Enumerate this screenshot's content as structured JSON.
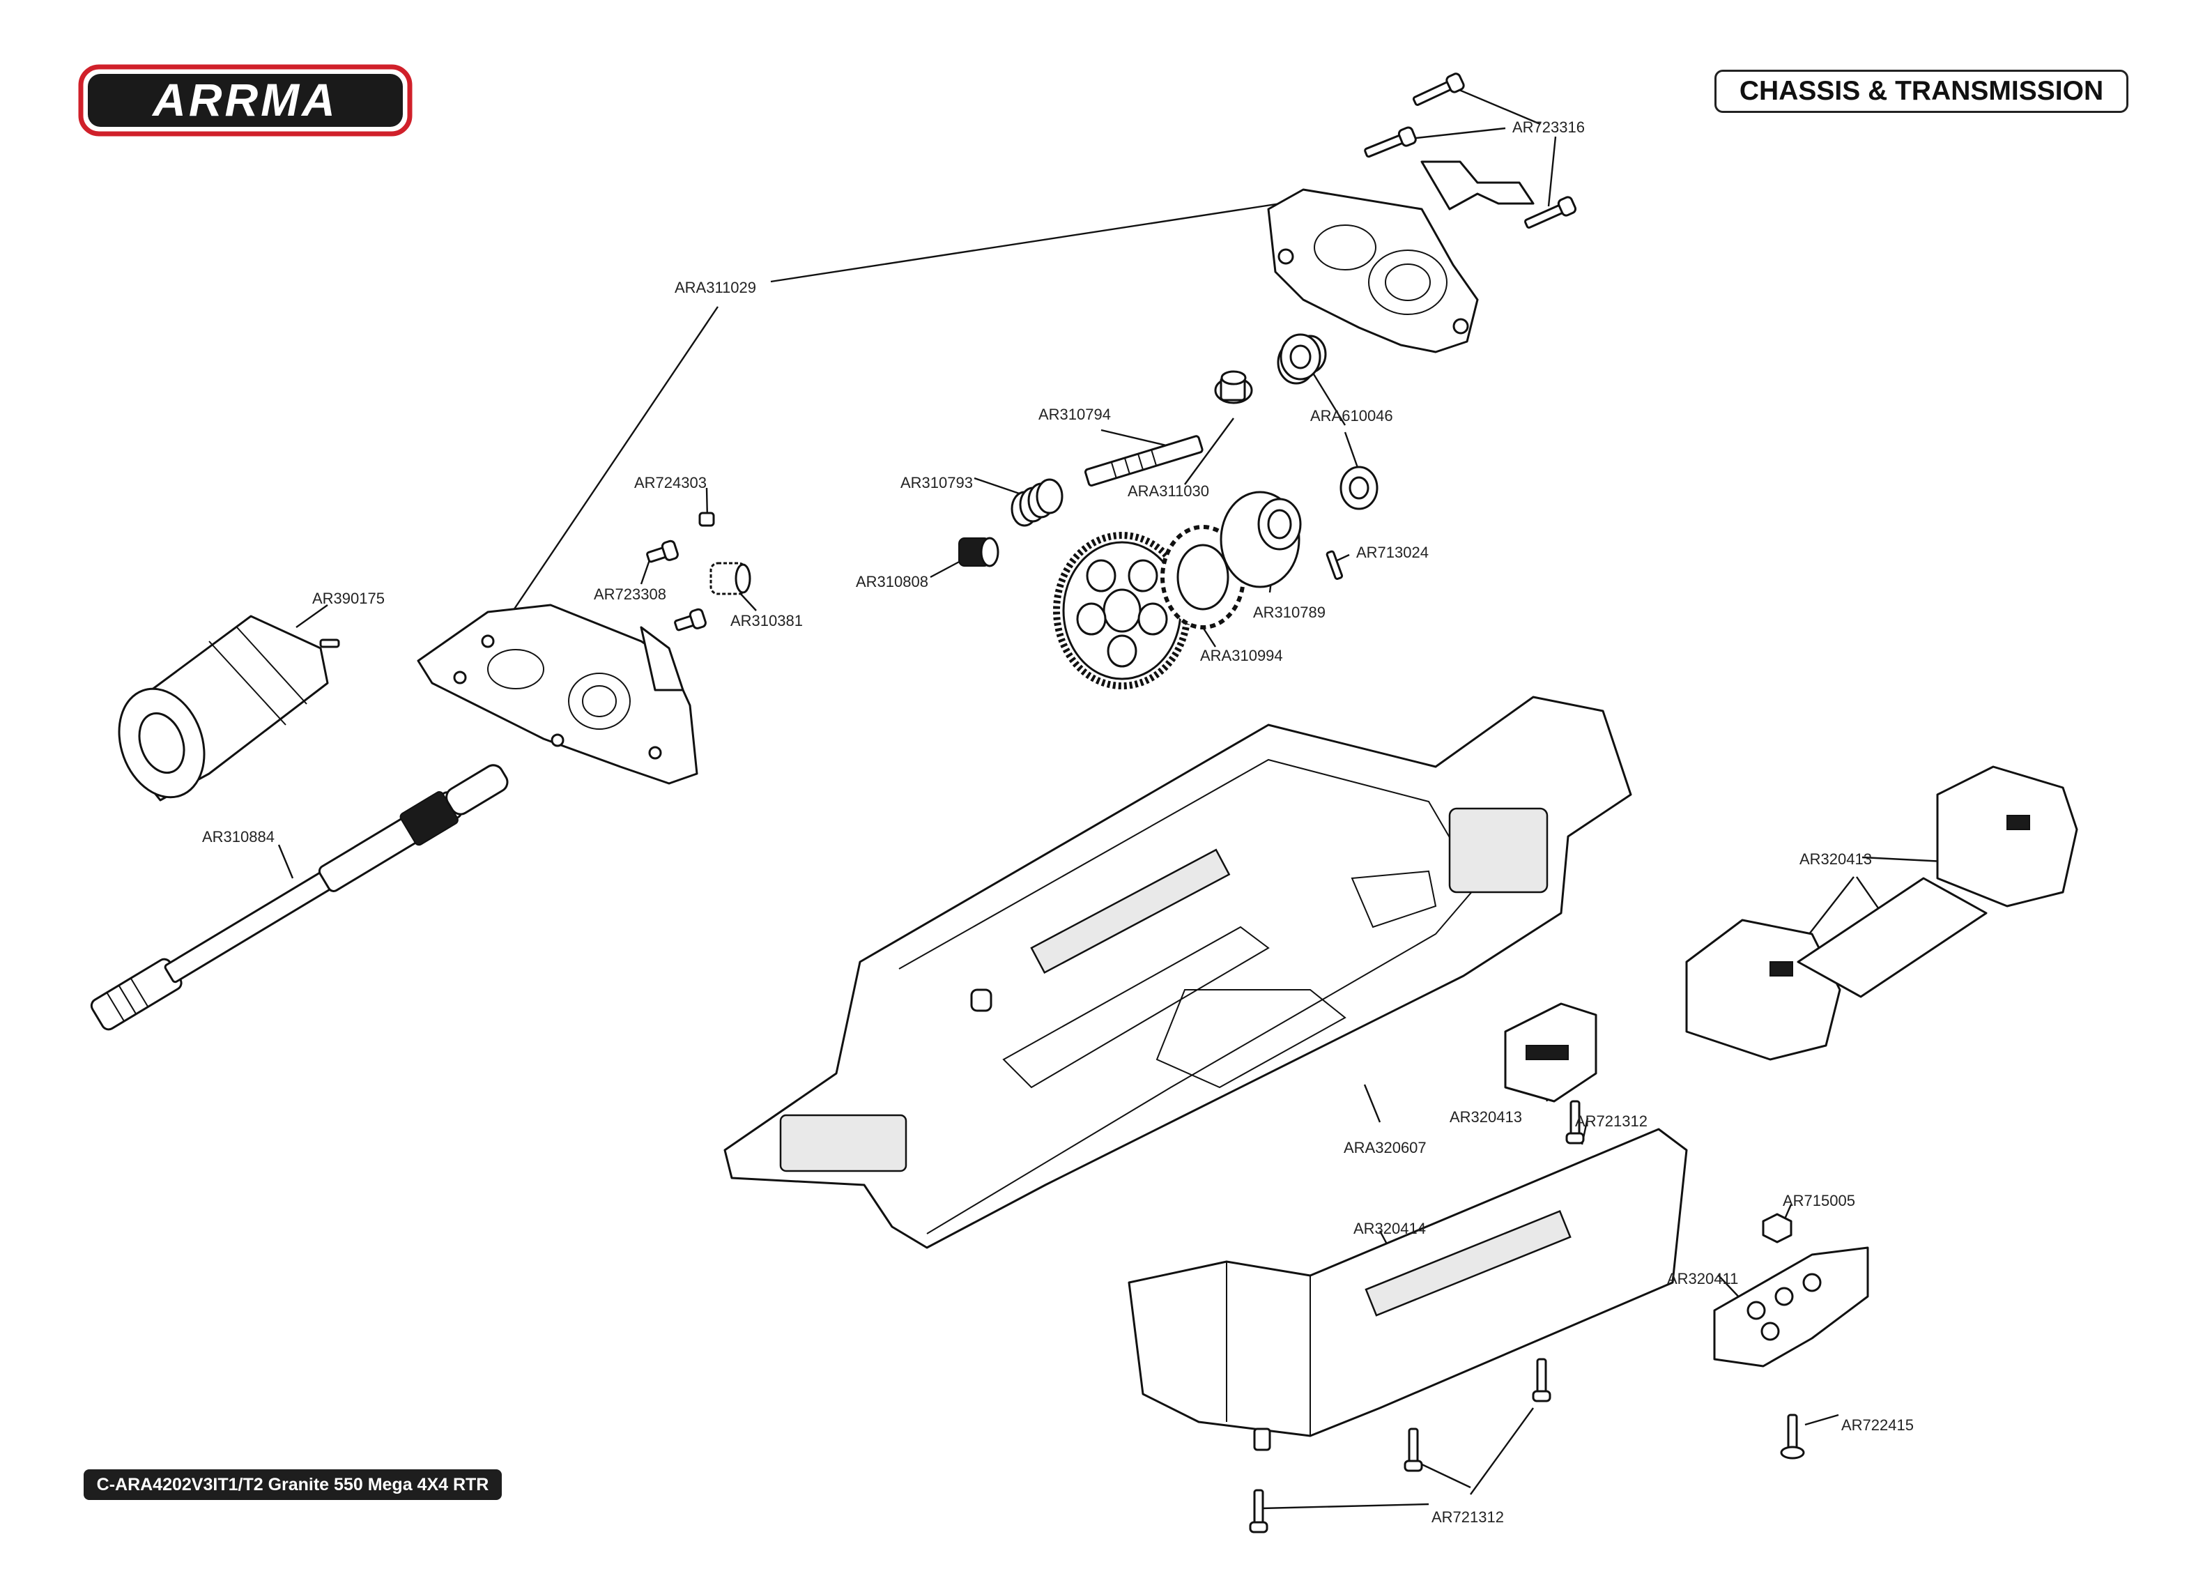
{
  "brand": {
    "logo_text": "ARRMA",
    "accent_color": "#d0202a"
  },
  "header": {
    "section_title": "CHASSIS & TRANSMISSION"
  },
  "footer": {
    "model_caption": "C-ARA4202V3IT1/T2 Granite 550 Mega 4X4 RTR"
  },
  "parts": [
    {
      "id": "p1",
      "part_number": "AR723316"
    },
    {
      "id": "p2",
      "part_number": "ARA311029"
    },
    {
      "id": "p3",
      "part_number": "AR310794"
    },
    {
      "id": "p4",
      "part_number": "ARA610046"
    },
    {
      "id": "p5",
      "part_number": "AR724303"
    },
    {
      "id": "p6",
      "part_number": "AR310793"
    },
    {
      "id": "p7",
      "part_number": "ARA311030"
    },
    {
      "id": "p8",
      "part_number": "AR713024"
    },
    {
      "id": "p9",
      "part_number": "AR310808"
    },
    {
      "id": "p10",
      "part_number": "AR723308"
    },
    {
      "id": "p11",
      "part_number": "AR310381"
    },
    {
      "id": "p12",
      "part_number": "AR310789"
    },
    {
      "id": "p13",
      "part_number": "AR390175"
    },
    {
      "id": "p14",
      "part_number": "ARA310994"
    },
    {
      "id": "p15",
      "part_number": "AR310884"
    },
    {
      "id": "p16",
      "part_number": "AR320413"
    },
    {
      "id": "p17",
      "part_number": "AR320413"
    },
    {
      "id": "p18",
      "part_number": "AR721312"
    },
    {
      "id": "p19",
      "part_number": "ARA320607"
    },
    {
      "id": "p20",
      "part_number": "AR715005"
    },
    {
      "id": "p21",
      "part_number": "AR320414"
    },
    {
      "id": "p22",
      "part_number": "AR320411"
    },
    {
      "id": "p23",
      "part_number": "AR722415"
    },
    {
      "id": "p24",
      "part_number": "AR721312"
    }
  ]
}
